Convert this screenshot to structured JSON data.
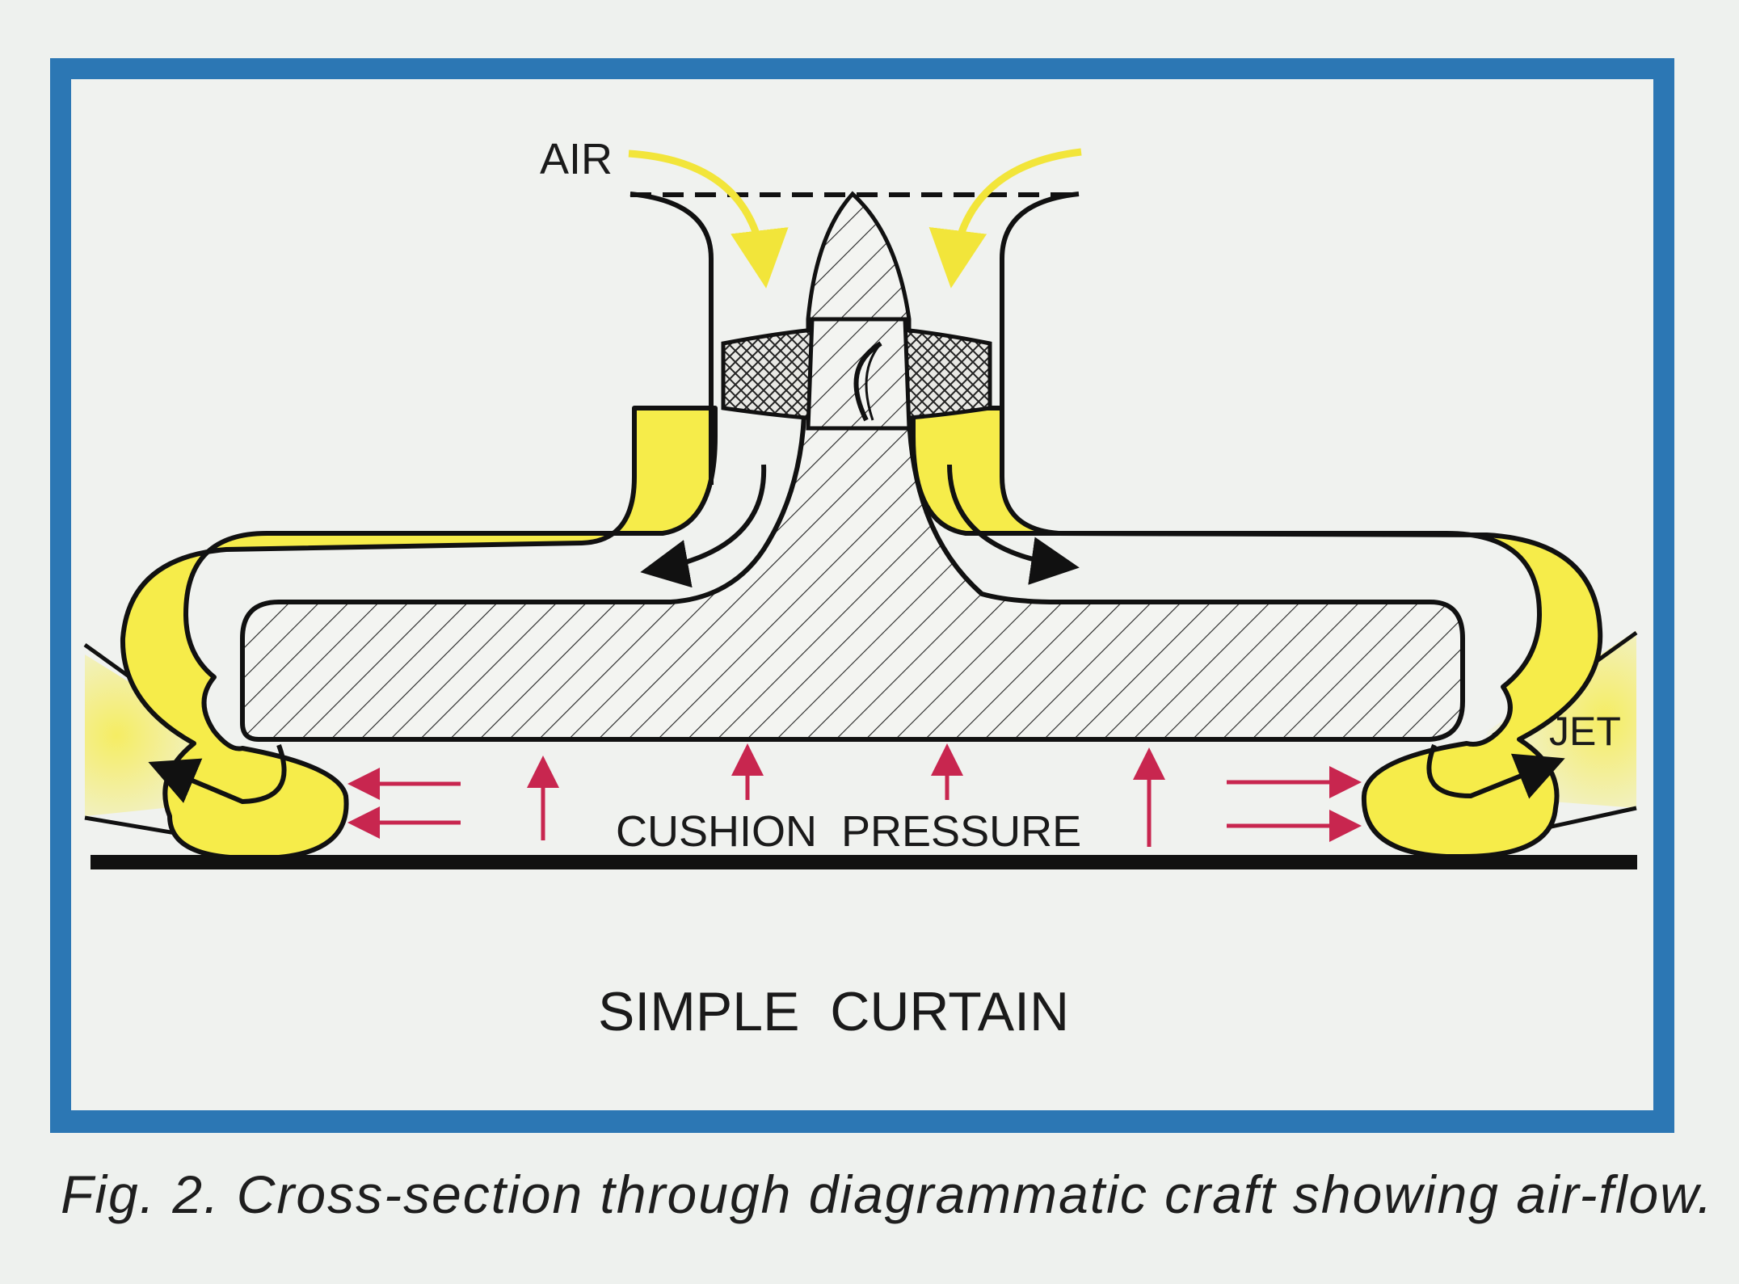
{
  "labels": {
    "air": "AIR",
    "jet": "JET",
    "cushion_pressure": "CUSHION  PRESSURE",
    "title": "SIMPLE  CURTAIN"
  },
  "caption": "Fig. 2.  Cross-section through diagrammatic craft showing air-flow.",
  "colors": {
    "frame": "#2c77b4",
    "panel": "#f0f2ef",
    "airflow": "#f6ec4a",
    "arrow_yellow": "#f2e53a",
    "pressure_arrow": "#c8264f",
    "outline": "#111111"
  },
  "icons": [
    "fan-rotor-icon",
    "airflow-arrow-icon",
    "pressure-arrow-icon",
    "ground-line"
  ]
}
